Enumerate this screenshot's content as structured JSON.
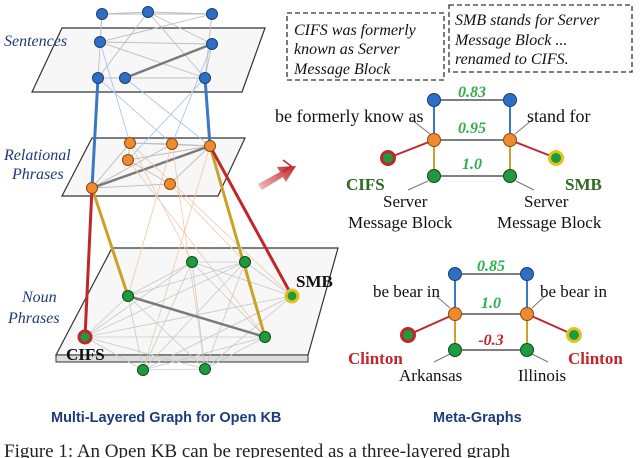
{
  "layers": {
    "sentences": "Sentences",
    "relational_1": "Relational",
    "relational_2": "Phrases",
    "noun_1": "Noun",
    "noun_2": "Phrases"
  },
  "entity_labels": {
    "cifs": "CIFS",
    "smb": "SMB"
  },
  "sentence_boxes": [
    {
      "lines": [
        "CIFS was formerly",
        "known as Server",
        "Message Block"
      ]
    },
    {
      "lines": [
        "SMB stands for Server",
        "Message Block ...",
        "renamed to CIFS."
      ]
    }
  ],
  "meta_graph_1": {
    "weights": [
      "0.83",
      "0.95",
      "1.0"
    ],
    "left_relation": "be formerly know as",
    "right_relation": "stand for",
    "left_entity": "CIFS",
    "right_entity": "SMB",
    "left_noun": [
      "Server",
      "Message Block"
    ],
    "right_noun": [
      "Server",
      "Message Block"
    ]
  },
  "meta_graph_2": {
    "weights": [
      "0.85",
      "1.0",
      "-0.3"
    ],
    "left_relation": "be bear in",
    "right_relation": "be bear in",
    "left_entity": "Clinton",
    "right_entity": "Clinton",
    "left_noun": "Arkansas",
    "right_noun": "Illinois"
  },
  "captions": {
    "left": "Multi-Layered Graph for Open KB",
    "right": "Meta-Graphs",
    "figure": "Figure 1: An Open KB can be represented as a three-layered graph"
  },
  "colors": {
    "sentence_node": "#2e6fc4",
    "relation_node": "#f08a2c",
    "noun_node": "#1f9a3c",
    "cross_blue": "#3a78c4",
    "cross_gold": "#c9a227",
    "cross_red": "#c0262c",
    "entity_red": "#c0262c",
    "entity_green": "#2e6b1e",
    "weight_green": "#2bb04a",
    "layer_label": "#1f3a7a",
    "caption_blue": "#1f3a7a"
  }
}
